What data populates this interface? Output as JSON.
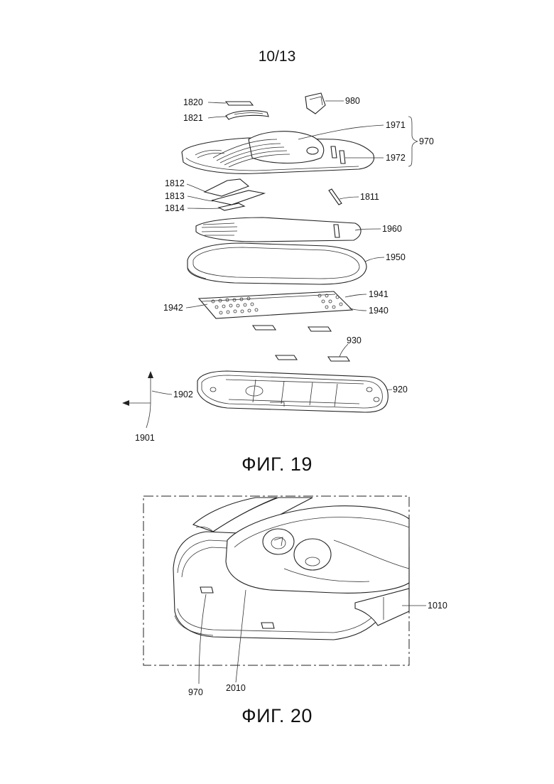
{
  "page": {
    "number": "10/13"
  },
  "figure19": {
    "caption": "ФИГ. 19",
    "labels": {
      "l1820": "1820",
      "l1821": "1821",
      "l980": "980",
      "l1971": "1971",
      "l970": "970",
      "l1972": "1972",
      "l1812": "1812",
      "l1813": "1813",
      "l1814": "1814",
      "l1811": "1811",
      "l1960": "1960",
      "l1950": "1950",
      "l1941": "1941",
      "l1940": "1940",
      "l1942": "1942",
      "l930": "930",
      "l920": "920",
      "l1902": "1902",
      "l1901": "1901"
    }
  },
  "figure20": {
    "caption": "ФИГ. 20",
    "labels": {
      "l1010": "1010",
      "l970": "970",
      "l2010": "2010"
    }
  }
}
